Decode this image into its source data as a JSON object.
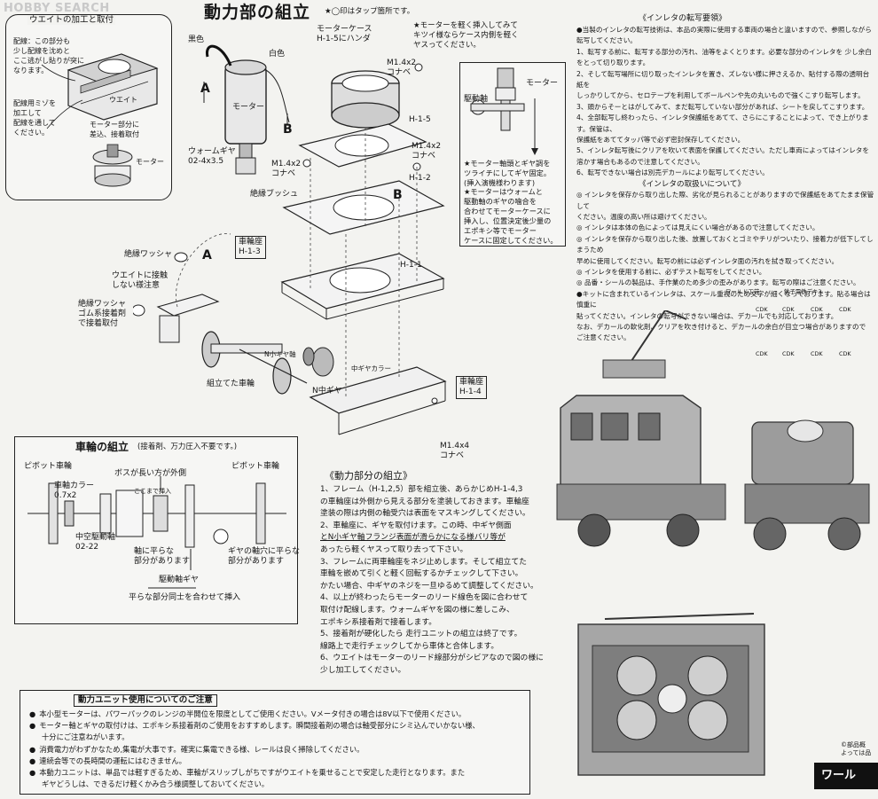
{
  "watermark": "HOBBY SEARCH",
  "weight_box": {
    "title": "ウエイトの加工と取付",
    "note_lines": [
      "配線：この部分も",
      "少し配線を沈めと",
      "ここ逃がし貼りが突に",
      "なります。"
    ],
    "weight_label": "ウエイト",
    "groove_lines": [
      "配線用ミゾを",
      "加工して",
      "配線を通して",
      "ください。"
    ],
    "motor_part_lines": [
      "モーター部分に",
      "差込、接着取付"
    ],
    "motor_label": "モーター"
  },
  "main_title": "動力部の組立",
  "tap_note": "★◯印はタップ箇所です。",
  "motor_insert_note": [
    "★モーターを軽く挿入してみて",
    "キツイ様ならケース内側を軽く",
    "ヤスってください。"
  ],
  "labels": {
    "black": "黒色",
    "white": "白色",
    "A": "A",
    "B": "B",
    "motor": "モーター",
    "motor_case": [
      "モーターケース",
      "H-1-5にハンダ"
    ],
    "worm_gear": [
      "ウォームギヤ",
      "02-4x3.5"
    ],
    "m14x2_a": [
      "M1.4x2",
      "コナベ"
    ],
    "m14x2_b": [
      "M1.4x2",
      "コナベ"
    ],
    "m14x2_c": [
      "M1.4x2",
      "コナベ"
    ],
    "bush": "絶縁ブッシュ",
    "h15": "H-1-5",
    "h12": "H-1-2",
    "h11": "H-1-1",
    "washer": "絶縁ワッシャ",
    "weight_contact": [
      "ウエイトに接触",
      "しない様注意"
    ],
    "washer_rubber": [
      "絶縁ワッシャ",
      "ゴム系接着剤",
      "で接着取付"
    ],
    "wheel_base_13": [
      "車輪座",
      "H-1-3"
    ],
    "wheel_base_14": [
      "車輪座",
      "H-1-4"
    ],
    "n_small_gear": "N小ギヤ軸",
    "mid_gear_collar": "中ギヤカラー",
    "n_mid_gear": "N中ギヤ",
    "assembled_wheel": "組立てた車輪",
    "m14x4": [
      "M1.4x4",
      "コナベ"
    ]
  },
  "motor_detail": {
    "motor": "モーター",
    "drive_shaft": "駆動軸",
    "note1": [
      "★モーター軸頭とギヤ調を",
      "ツライチにしてギヤ固定。",
      "(挿入演機様わります)"
    ],
    "note2": [
      "★モーターはウォームと",
      "駆動軸のギヤの噛合を",
      "合わせてモーターケースに",
      "挿入し、位置決定後少量の",
      "エポキシ等でモーター",
      "ケースに固定してください。"
    ]
  },
  "axle_box": {
    "title": "車輪の組立",
    "subtitle": "(接着剤、万力圧入不要です。)",
    "pivot_left": "ピボット車輪",
    "pivot_right": "ピボット車輪",
    "boss": "ボスが長い方が外側",
    "here_insert": "ここまで挿入",
    "collar": [
      "車軸カラー",
      "0.7x2"
    ],
    "mid_axle": [
      "中空駆動軸",
      "02-22"
    ],
    "flat_part": [
      "軸に平らな",
      "部分があります"
    ],
    "drive_gear": "駆動軸ギヤ",
    "gear_flat": [
      "ギヤの軸穴に平らな",
      "部分があります"
    ],
    "match_flat": "平らな部分同士を合わせて挿入"
  },
  "assembly": {
    "title": "《動力部分の組立》",
    "paras": [
      "1、フレーム（H-1,2,5）部を組立後、あらかじめH-1-4,3",
      "の車輪座は外側から見える部分を塗装しておきます。車輪座",
      "塗装の際は内側の軸受穴は表面をマスキングしてください。",
      "2、車輪座に、ギヤを取付けます。この時、中ギヤ側面",
      "とN小ギヤ軸フランジ表面が滑らかになる様バリ等が",
      "あったら軽くヤスって取り去って下さい。",
      "3、フレームに両車輪座をネジ止めします。そして組立てた",
      "車輪を嵌めて引くと軽く回転するかチェックして下さい。",
      "かたい場合、中ギヤのネジを一旦ゆるめて調整してください。",
      "4、以上が終わったらモーターのリード線色を図に合わせて",
      "取付け配線します。ウォームギヤを図の様に差しこみ、",
      "エポキシ系接着剤で接着します。",
      "5、接着剤が硬化したら 走行ユニットの組立は終了です。",
      "線路上で走行チェックしてから車体と合体します。",
      "6、ウエイトはモーターのリード線部分がシビアなので図の様に",
      "少し加工してください。"
    ]
  },
  "caution": {
    "title": "動力ユニット使用についてのご注意",
    "items": [
      "本小型モーターは、パワーパックのレンジの半開位を限度としてご使用ください。Vメータ付きの場合は8V以下で使用ください。",
      "モーター軸とギヤの取付けは、エポキシ系接着剤のご使用をおすすめします。瞬間接着剤の場合は軸受部分にシミ込んでいかない様、",
      "十分にご注意ねがいます。",
      "消費電力がわずかなため,集電が大事です。確実に集電できる様、レールは良く掃除してください。",
      "連続会等での長時間の運転にはむきません。",
      "本動力ユニットは、単品では軽すぎるため、車輪がスリップしがちですがウエイトを乗せることで安定した走行となります。また",
      "ギヤどうしは、できるだけ軽くかみ合う様調整しておいてください。"
    ]
  },
  "decal": {
    "title": "《インレタの転写要領》",
    "lines": [
      "●当製のインレタの転写技術は、本品の実際に使用する車両の場合と違いますので、参照しながら転写してください。",
      "1、転写する前に、転写する部分の汚れ、油等をよくとります。必要な部分のインレタを 少し余白",
      "をとって切り取ります。",
      "2、そして転写場所に切り取ったインレタを置き、ズレない様に押さえるか、貼付する際の透明台紙を",
      "しっかりしてから、セロテープを利用してボールペンや先の丸いもので強くこすり転写します。",
      "3、頭からそーとはがしてみて、まだ転写していない部分があれば、シートを戻してこすります。",
      "4、全部転写し終わったら、インレタ保護紙をあてて、さらにこすることによって、でき上がります。保管は、",
      "保護紙をあててタッパ等で必ず密封保存してください。",
      "5、インレタ転写後にクリアを吹いて表面を保護してください。ただし車両によってはインレタを",
      "溶かす場合もあるので注意してください。",
      "6、転写できない場合は別売デカールにより転写してください。"
    ],
    "handling_title": "《インレタの取扱いについて》",
    "handling": [
      "◎ インレタを保存から取り出した際、劣化が見られることがありますので保護紙をあてたまま保管して",
      "ください。温度の高い所は避けてください。",
      "◎ インレタは本体の色によっては見えにくい場合があるので注意してください。",
      "◎ インレタを保存から取り出した後、放置しておくとゴミやチリがついたり、接着力が低下してしまうため",
      "早めに使用してください。転写の前には必ずインレタ面の汚れを拭き取ってください。",
      "◎ インレタを使用する前に、必ずテスト転写をしてください。",
      "◎ 品番・シールの製品は、手作業のため多少の歪みがあります。転写の際はご注意ください。",
      "●キットに含まれているインレタは、スケール重視のため文字が細くなっております。貼る場合は慎重に",
      "貼ってください。インレタの転写ができない場合は、デカールでも対応しております。",
      "なお、デカールの軟化剤、クリアを吹き付けると、デカールの余白が目立つ場合がありますので",
      "ご注意ください。"
    ],
    "table_labels": [
      "ワールド工芸",
      "銚子電鉄デキ3"
    ],
    "table_cells": [
      "CDK",
      "CDK",
      "CDK",
      "CDK"
    ]
  },
  "footer": {
    "copyright": [
      "©部品概",
      "よっては品"
    ],
    "brand": "ワール"
  }
}
